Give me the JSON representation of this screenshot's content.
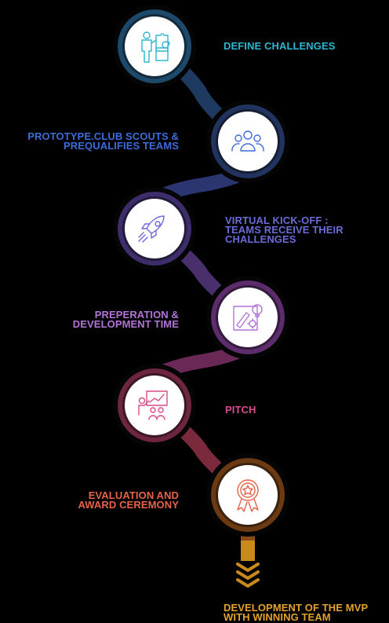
{
  "steps": [
    {
      "label_lines": [
        "DEFINE CHALLENGES"
      ],
      "color": "#2bb7cf",
      "icon": "puzzle-person-icon"
    },
    {
      "label_lines": [
        "PROTOTYPE.CLUB SCOUTS &",
        "PREQUALIFIES TEAMS"
      ],
      "color": "#3e6bd8",
      "icon": "team-group-icon"
    },
    {
      "label_lines": [
        "VIRTUAL KICK-OFF :",
        "TEAMS RECEIVE THEIR",
        "CHALLENGES"
      ],
      "color": "#6b6bd6",
      "icon": "rocket-icon"
    },
    {
      "label_lines": [
        "PREPERATION &",
        "DEVELOPMENT TIME"
      ],
      "color": "#b274d6",
      "icon": "design-idea-icon"
    },
    {
      "label_lines": [
        "PITCH"
      ],
      "color": "#d54d8c",
      "icon": "presentation-icon"
    },
    {
      "label_lines": [
        "EVALUATION AND",
        "AWARD CEREMONY"
      ],
      "color": "#e4634a",
      "icon": "award-medal-icon"
    },
    {
      "label_lines": [
        "DEVELOPMENT OF THE MVP",
        "WITH WINNING TEAM"
      ],
      "color": "#e3a22c",
      "icon": ""
    }
  ],
  "connector_colors": [
    "#1f3a60",
    "#2b3570",
    "#4a2f6d",
    "#6a2856",
    "#7a2a3c",
    "#8a4a1c"
  ],
  "ring_colors": [
    "#1d4a6b",
    "#22335f",
    "#3d2d6b",
    "#5c2c6c",
    "#6e2540",
    "#6b3a12"
  ],
  "arrow_color": "#c88a1a"
}
